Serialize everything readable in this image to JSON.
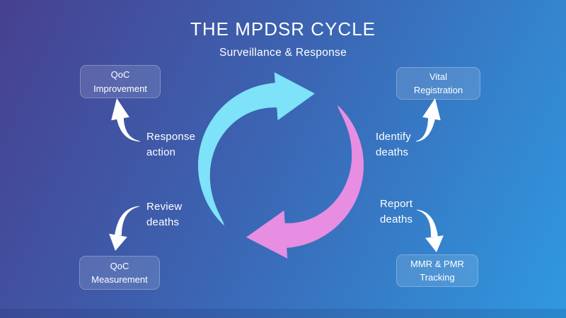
{
  "title": "THE MPDSR CYCLE",
  "subtitle": "Surveillance & Response",
  "boxes": {
    "qoc_improvement": {
      "line1": "QoC",
      "line2": "Improvement"
    },
    "vital_registration": {
      "line1": "Vital",
      "line2": "Registration"
    },
    "qoc_measurement": {
      "line1": "QoC",
      "line2": "Measurement"
    },
    "mmr_pmr_tracking": {
      "line1": "MMR & PMR",
      "line2": "Tracking"
    }
  },
  "steps": {
    "response_action": {
      "line1": "Response",
      "line2": "action"
    },
    "identify_deaths": {
      "line1": "Identify",
      "line2": "deaths"
    },
    "review_deaths": {
      "line1": "Review",
      "line2": "deaths"
    },
    "report_deaths": {
      "line1": "Report",
      "line2": "deaths"
    }
  },
  "colors": {
    "background_top_left": "#474090",
    "background_bottom_right": "#2F99E0",
    "cycle_arrow_top": "#7EE2F8",
    "cycle_arrow_bottom": "#E78EE2",
    "small_arrow": "#FFFFFF",
    "text": "#FFFFFF"
  }
}
